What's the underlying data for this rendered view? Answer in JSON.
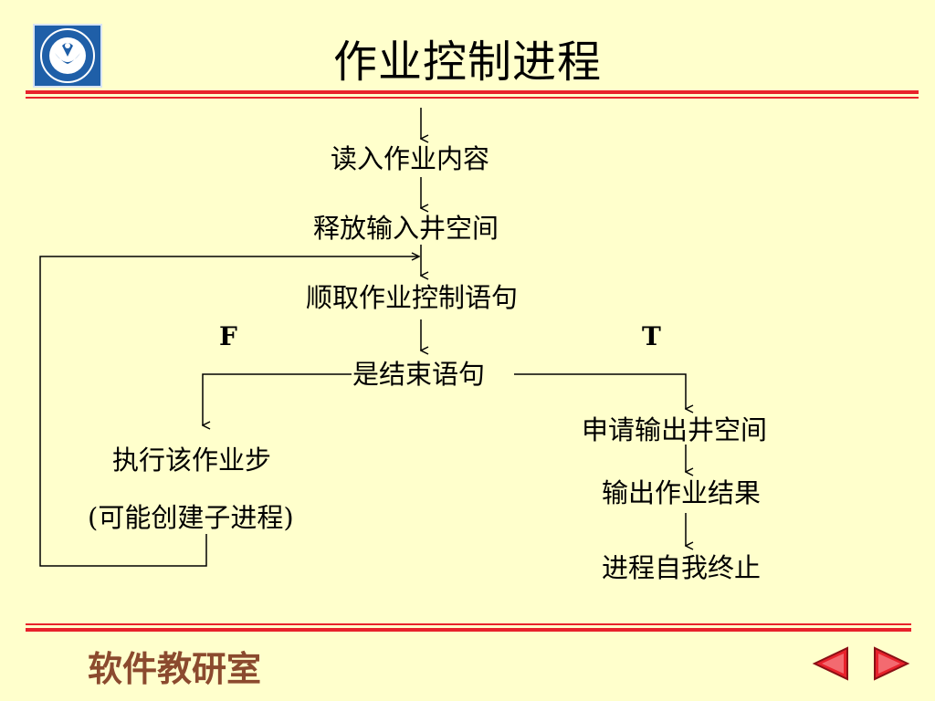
{
  "slide": {
    "title": "作业控制进程",
    "footer": "软件教研室"
  },
  "flow": {
    "read_job": "读入作业内容",
    "release_input": "释放输入井空间",
    "fetch_stmt": "顺取作业控制语句",
    "is_end": "是结束语句",
    "exec_step_1": "执行该作业步",
    "exec_step_2": "(可能创建子进程)",
    "request_output": "申请输出井空间",
    "output_result": "输出作业结果",
    "terminate": "进程自我终止",
    "false_label": "F",
    "true_label": "T"
  },
  "colors": {
    "background": "#ffffcc",
    "accent_red": "#e8212b",
    "footer_brown": "#8b4a2e",
    "logo_blue": "#1f5fa8"
  },
  "icons": {
    "logo": "university-seal-logo",
    "prev": "prev-arrow-icon",
    "next": "next-arrow-icon"
  }
}
